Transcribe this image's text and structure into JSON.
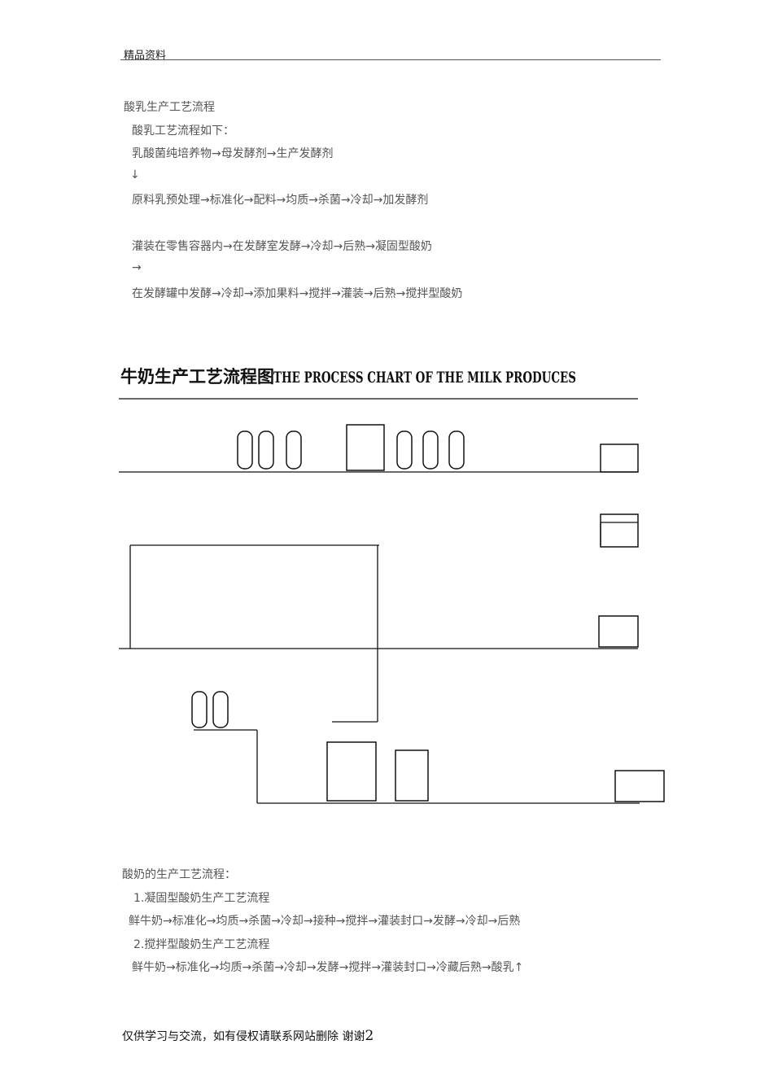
{
  "header": {
    "label": "精品资料"
  },
  "intro": {
    "title": "酸乳生产工艺流程",
    "subtitle": "酸乳工艺流程如下：",
    "line1": "乳酸菌纯培养物→母发酵剂→生产发酵剂",
    "arrow_down": "↓",
    "line2": "原料乳预处理→标准化→配料→均质→杀菌→冷却→加发酵剂",
    "line3": "灌装在零售容器内→在发酵室发酵→冷却→后熟→凝固型酸奶",
    "arrow_right": "→",
    "line4": "在发酵罐中发酵→冷却→添加果料→搅拌→灌装→后熟→搅拌型酸奶"
  },
  "diagram": {
    "title_cn": "牛奶生产工艺流程图",
    "title_en": "THE PROCESS CHART OF THE MILK PRODUCES",
    "line_color": "#111111"
  },
  "yogurt": {
    "title": "酸奶的生产工艺流程：",
    "set_title": "1.凝固型酸奶生产工艺流程",
    "set_steps": "鲜牛奶→标准化→均质→杀菌→冷却→接种→搅拌→灌装封口→发酵→冷却→后熟",
    "stir_title": "2.搅拌型酸奶生产工艺流程",
    "stir_steps": "鲜牛奶→标准化→均质→杀菌→冷却→发酵→搅拌→灌装封口→冷藏后熟→酸乳↑"
  },
  "footer": {
    "text": "仅供学习与交流，如有侵权请联系网站删除 谢谢",
    "page": "2"
  }
}
